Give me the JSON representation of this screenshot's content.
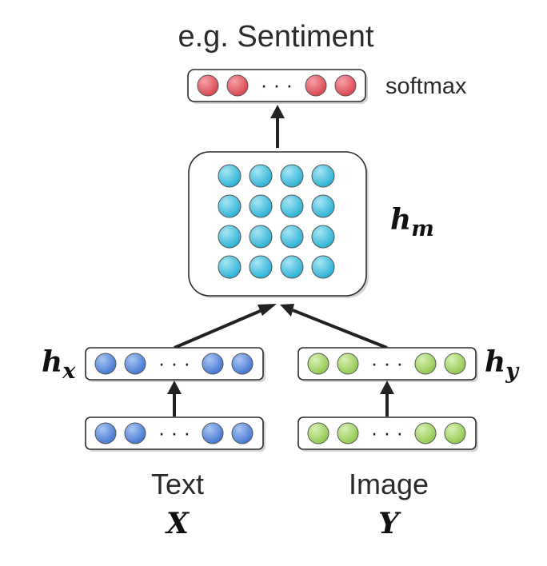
{
  "output_title": "e.g. Sentiment",
  "softmax_label": "softmax",
  "ellipsis": "· · ·",
  "labels": {
    "hm_base": "h",
    "hm_sub": "m",
    "hx_base": "h",
    "hx_sub": "x",
    "hy_base": "h",
    "hy_sub": "y"
  },
  "inputs": {
    "text_label": "Text",
    "text_var": "X",
    "image_label": "Image",
    "image_var": "Y"
  },
  "colors": {
    "red": "#e8555f",
    "blue": "#5b8fe0",
    "cyan": "#4cc6e2",
    "green": "#a6d96a"
  }
}
